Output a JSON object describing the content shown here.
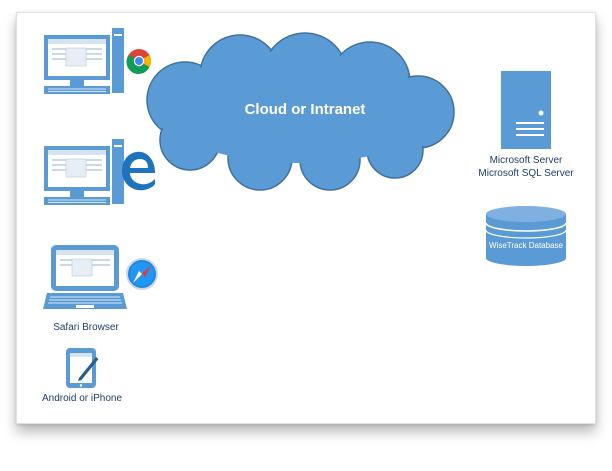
{
  "diagram": {
    "cloud_label": "Cloud or Intranet",
    "server_label_1": "Microsoft Server",
    "server_label_2": "Microsoft SQL Server",
    "database_label": "WiseTrack Database",
    "safari_label": "Safari Browser",
    "mobile_label": "Android or iPhone"
  },
  "colors": {
    "accent": "#5b9bd5",
    "accent_dark": "#41719c",
    "text": "#1f3f66",
    "white": "#ffffff"
  },
  "icons": [
    "desktop-computer-icon",
    "chrome-icon",
    "edge-icon",
    "laptop-icon",
    "safari-icon",
    "tablet-icon",
    "server-icon",
    "database-icon",
    "cloud-icon"
  ]
}
